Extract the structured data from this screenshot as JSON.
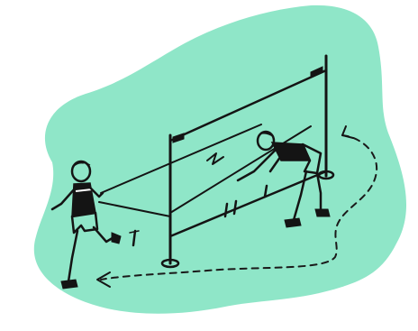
{
  "illustration": {
    "background_color": "#ffffff",
    "blob_color": "#8fe6c8",
    "ink_color": "#141414",
    "ground_markings": [
      "I",
      "II",
      "I"
    ]
  }
}
